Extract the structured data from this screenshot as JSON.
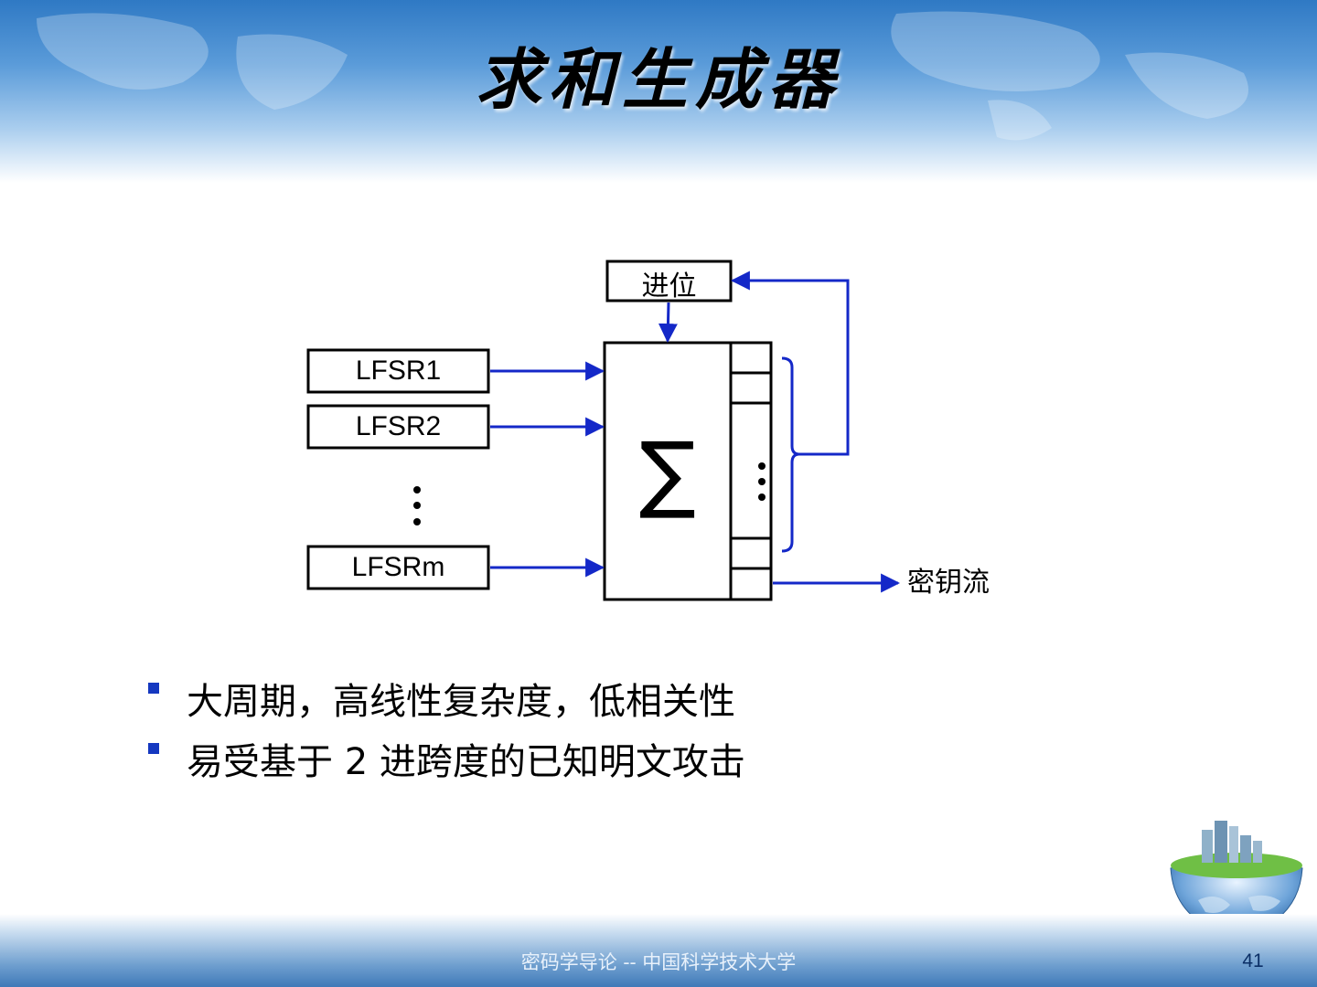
{
  "slide": {
    "title": "求和生成器",
    "footer": "密码学导论 -- 中国科学技术大学",
    "page_number": "41"
  },
  "diagram": {
    "carry_label": "进位",
    "register_labels": [
      "LFSR1",
      "LFSR2",
      "LFSRm"
    ],
    "sum_symbol": "∑",
    "output_label": "密钥流",
    "line_color": "#1428c8"
  },
  "bullets": [
    "大周期，高线性复杂度，低相关性",
    "易受基于 2 进跨度的已知明文攻击"
  ],
  "colors": {
    "bullet_marker": "#1538c0",
    "header_blue": "#2f79c4"
  }
}
